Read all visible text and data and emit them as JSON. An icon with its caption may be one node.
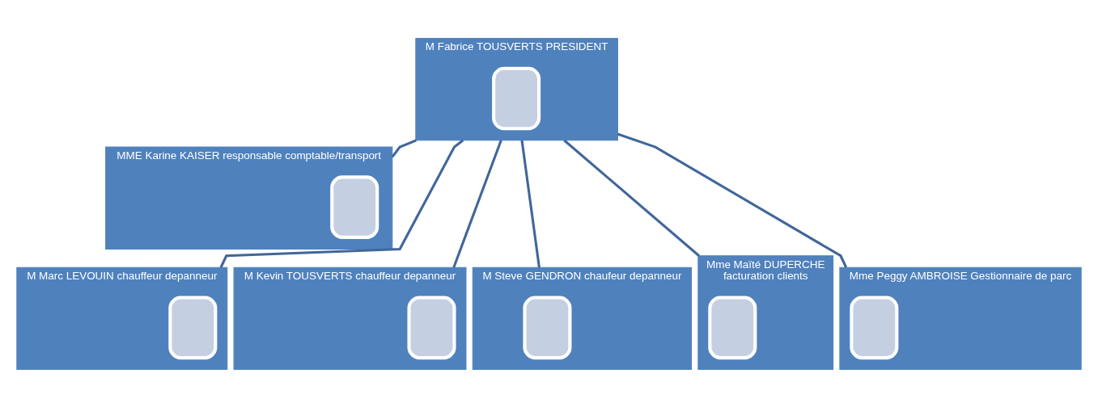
{
  "diagram": {
    "nodes": [
      {
        "text": [
          "M Fabrice TOUSVERTS PRESIDENT"
        ]
      },
      {
        "text": [],
        "shape": "box",
        "in": 0
      },
      {
        "text": [
          "MME Karine KAISER responsable comptable/transport"
        ]
      },
      {
        "text": [],
        "shape": "box",
        "in": 2
      },
      {
        "text": [
          "M Marc LEVOUIN chauffeur depanneur"
        ]
      },
      {
        "text": [],
        "shape": "box",
        "in": 4
      },
      {
        "text": [
          "M Kevin TOUSVERTS chauffeur depanneur"
        ]
      },
      {
        "text": [],
        "shape": "box",
        "in": 6
      },
      {
        "text": [
          "M Steve GENDRON chaufeur depanneur"
        ]
      },
      {
        "text": [],
        "shape": "box",
        "in": 8
      },
      {
        "text": [
          "Mme Maïté DUPERCHE",
          "facturation clients"
        ]
      },
      {
        "text": [],
        "shape": "box",
        "in": 10
      },
      {
        "text": [
          "Mme Peggy AMBROISE Gestionnaire de parc"
        ]
      },
      {
        "text": [],
        "shape": "box",
        "in": 12
      }
    ],
    "edges": [
      {
        "from": 0,
        "to": 2,
        "arrow": "none"
      },
      {
        "from": 0,
        "to": 4,
        "arrow": "none"
      },
      {
        "from": 0,
        "to": 6,
        "arrow": "none"
      },
      {
        "from": 0,
        "to": 8,
        "arrow": "none"
      },
      {
        "from": 0,
        "to": 10,
        "arrow": "none"
      },
      {
        "from": 0,
        "to": 12,
        "arrow": "none"
      }
    ]
  }
}
